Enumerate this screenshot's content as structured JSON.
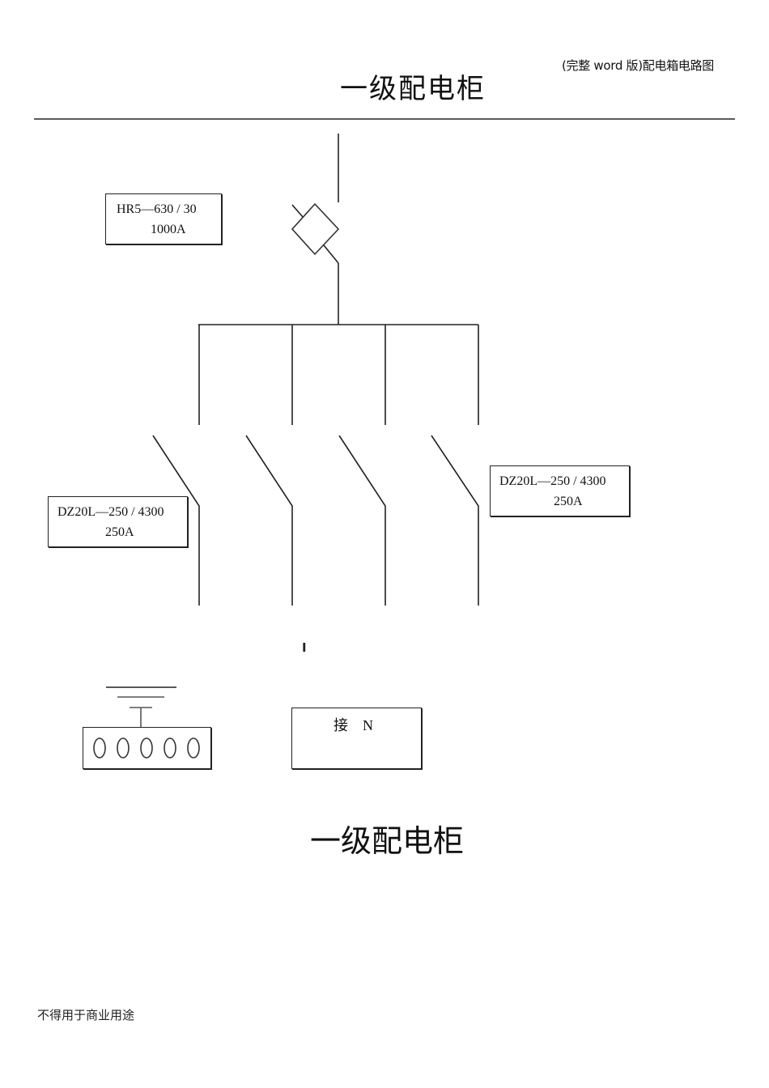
{
  "document": {
    "header_text": "(完整 word 版)配电箱电路图",
    "title": "一级配电柜",
    "bottom_title": "一级配电柜",
    "footer_note": "不得用于商业用途"
  },
  "diagram": {
    "main_switch": {
      "type": "fuse-switch",
      "model": "HR5—630 / 30",
      "rating": "1000A"
    },
    "branch_breakers": {
      "count": 4,
      "left_label": {
        "model": "DZ20L—250 / 4300",
        "rating": "250A"
      },
      "right_label": {
        "model": "DZ20L—250 / 4300",
        "rating": "250A"
      }
    },
    "mark": "I",
    "neutral_box": {
      "label": "接　N"
    },
    "ground_terminal": {
      "terminal_count": 5
    }
  },
  "colors": {
    "line": "#222222",
    "rule": "#5a5a5a",
    "background": "#ffffff"
  }
}
